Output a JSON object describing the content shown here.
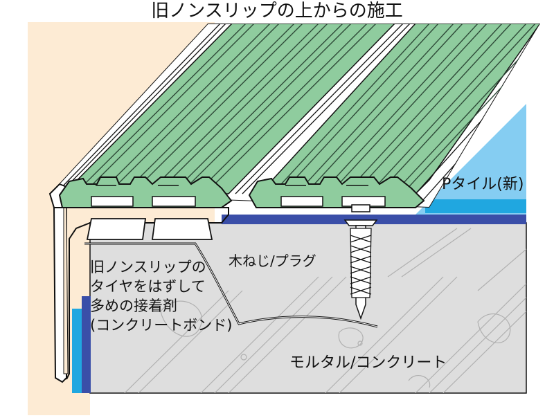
{
  "title": "旧ノンスリップの上からの施工",
  "labels": {
    "ptile": "Pタイル(新)",
    "screw": "木ねじ/プラグ",
    "old_nonslip_lines": [
      "旧ノンスリップの",
      "タイヤをはずして",
      "多めの接着剤",
      "(コンクリートボンド)"
    ],
    "mortar": "モルタル/コンクリート"
  },
  "colors": {
    "wall": "#fdebd4",
    "concrete": "#dedede",
    "nonslip_green": "#8fcc9e",
    "ptile_blue": "#85cdf2",
    "ptile_edge": "#20a7e0",
    "old_nonslip_navy": "#3a4ea8",
    "aluminum": "#ffffff"
  },
  "icons": [
    "wood-screw-icon",
    "plug-anchor-icon"
  ]
}
